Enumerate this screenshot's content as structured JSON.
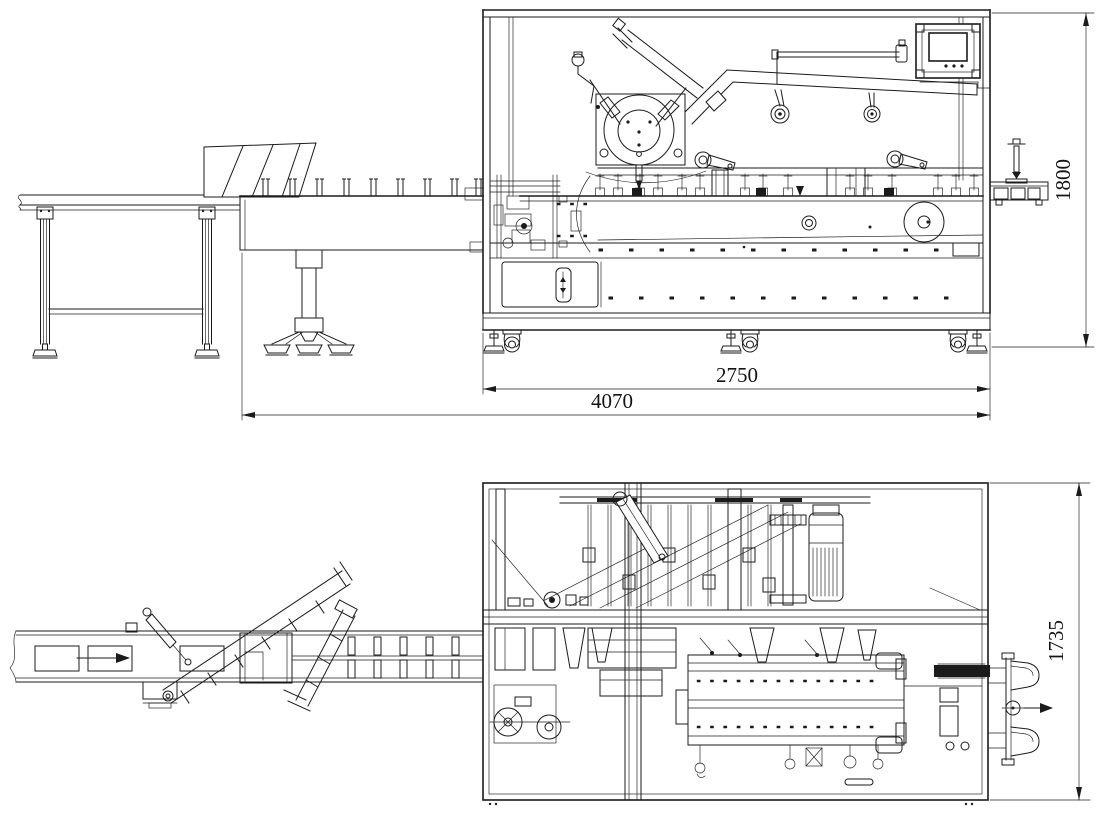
{
  "colors": {
    "background": "#ffffff",
    "line": "#1b1b1b"
  },
  "dimensions": {
    "side_machine_length": "2750",
    "side_overall_length": "4070",
    "side_overall_height": "1800",
    "plan_overall_width": "1735"
  }
}
